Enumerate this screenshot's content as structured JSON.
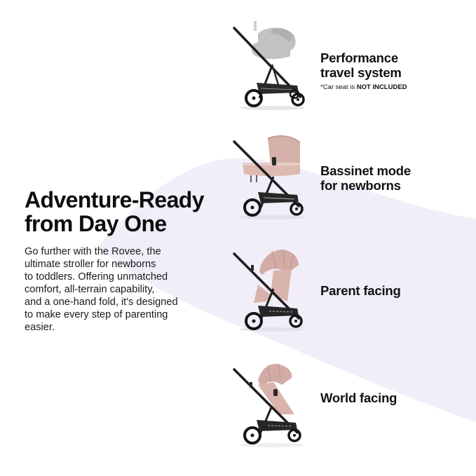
{
  "colors": {
    "background": "#ffffff",
    "swoosh": "#f1eefa",
    "text": "#111111",
    "frame": "#1e1e1e",
    "fabric_pink": "#d9b3ab",
    "car_seat_gray": "#bdbdbd"
  },
  "hero": {
    "headline_lines": [
      "Adventure-Ready",
      "from Day One"
    ],
    "body_lines": [
      "Go further with the Rovee, the",
      "ultimate stroller for newborns",
      "to toddlers. Offering unmatched",
      "comfort, all-terrain capability,",
      "and a one-hand fold, it's designed",
      "to make every step of parenting",
      "easier."
    ]
  },
  "modes": [
    {
      "title_lines": [
        "Performance",
        "travel system"
      ],
      "note_prefix": "*Car seat is ",
      "note_emphasis": "NOT INCLUDED",
      "image": "stroller-with-car-seat"
    },
    {
      "title_lines": [
        "Bassinet mode",
        "for newborns"
      ],
      "image": "stroller-bassinet"
    },
    {
      "title_lines": [
        "Parent facing"
      ],
      "image": "stroller-parent-facing"
    },
    {
      "title_lines": [
        "World facing"
      ],
      "image": "stroller-world-facing"
    }
  ]
}
